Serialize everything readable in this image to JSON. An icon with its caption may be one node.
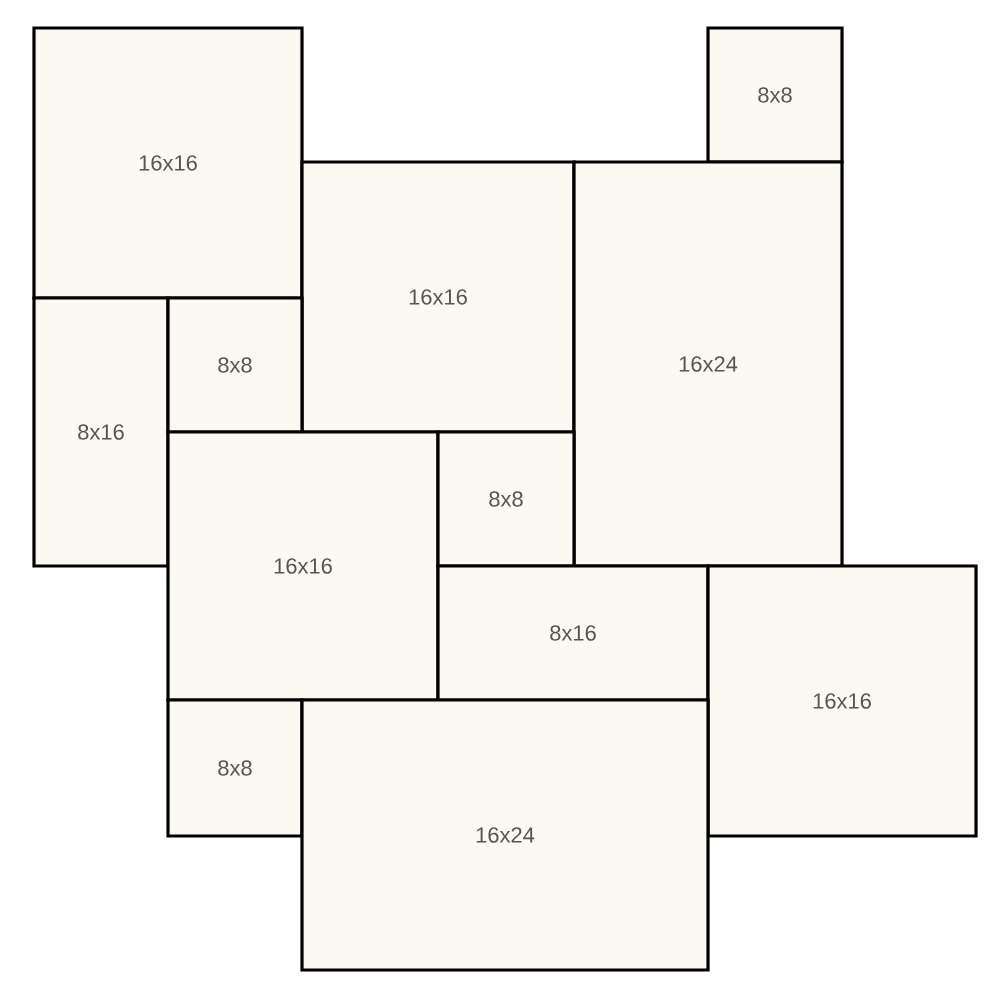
{
  "diagram": {
    "nodes": [
      {
        "text": [
          "16x16"
        ]
      },
      {
        "text": [
          "8x8"
        ]
      },
      {
        "text": [
          "16x16"
        ]
      },
      {
        "text": [
          "16x24"
        ]
      },
      {
        "text": [
          "8x16"
        ]
      },
      {
        "text": [
          "8x8"
        ]
      },
      {
        "text": [
          "16x16"
        ]
      },
      {
        "text": [
          "8x8"
        ]
      },
      {
        "text": [
          "8x16"
        ]
      },
      {
        "text": [
          "16x16"
        ]
      },
      {
        "text": [
          "8x8"
        ]
      },
      {
        "text": [
          "16x24"
        ]
      }
    ]
  }
}
